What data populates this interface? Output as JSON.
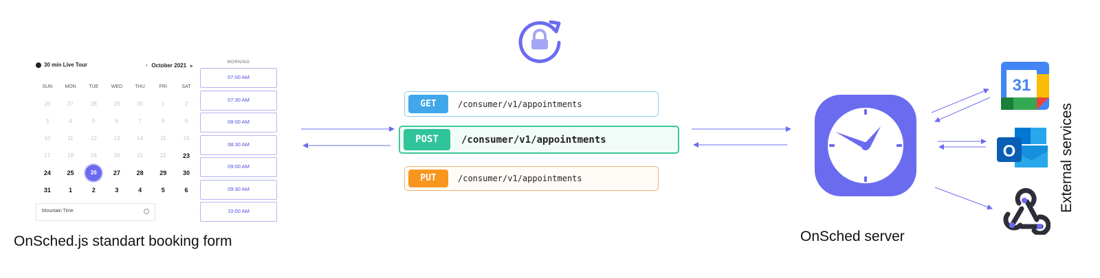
{
  "booking_form": {
    "title": "30 min Live Tour",
    "month": "October 2021",
    "prev_arrow": "‹",
    "next_arrow": "▸",
    "weekdays": [
      "SUN",
      "MON",
      "TUE",
      "WED",
      "THU",
      "FRI",
      "SAT"
    ],
    "weeks": [
      [
        "26",
        "27",
        "28",
        "29",
        "30",
        "1",
        "2"
      ],
      [
        "3",
        "4",
        "5",
        "6",
        "7",
        "8",
        "9"
      ],
      [
        "10",
        "11",
        "12",
        "13",
        "14",
        "15",
        "16"
      ],
      [
        "17",
        "18",
        "19",
        "20",
        "21",
        "22",
        "23"
      ],
      [
        "24",
        "25",
        "26",
        "27",
        "28",
        "29",
        "30"
      ],
      [
        "31",
        "1",
        "2",
        "3",
        "4",
        "5",
        "6"
      ]
    ],
    "available_days": [
      "3-6",
      "4-0",
      "4-1",
      "4-3",
      "4-4",
      "4-5",
      "4-6",
      "5-0",
      "5-1",
      "5-2",
      "5-3",
      "5-4",
      "5-5",
      "5-6"
    ],
    "selected_day": "4-2",
    "timezone": "Mountain Time",
    "slots_label": "MORNING",
    "slots": [
      "07:00 AM",
      "07:30 AM",
      "08:00 AM",
      "08:30 AM",
      "09:00 AM",
      "09:30 AM",
      "10:00 AM"
    ],
    "caption": "OnSched.js standart booking form"
  },
  "sync_icon": "lock-refresh-icon",
  "api_calls": {
    "get": {
      "method": "GET",
      "path": "/consumer/v1/appointments",
      "color": "#3fa7ea"
    },
    "post": {
      "method": "POST",
      "path": "/consumer/v1/appointments",
      "color": "#2fc49a"
    },
    "put": {
      "method": "PUT",
      "path": "/consumer/v1/appointments",
      "color": "#f7951e"
    }
  },
  "server": {
    "caption": "OnSched server",
    "icon": "clock-icon",
    "color": "#6b6bf0"
  },
  "external": {
    "label": "External services",
    "google_calendar_day": "31",
    "outlook_letter": "O",
    "services": [
      "google-calendar-icon",
      "outlook-icon",
      "webhook-icon"
    ]
  },
  "arrow_color": "#6b6bf0"
}
